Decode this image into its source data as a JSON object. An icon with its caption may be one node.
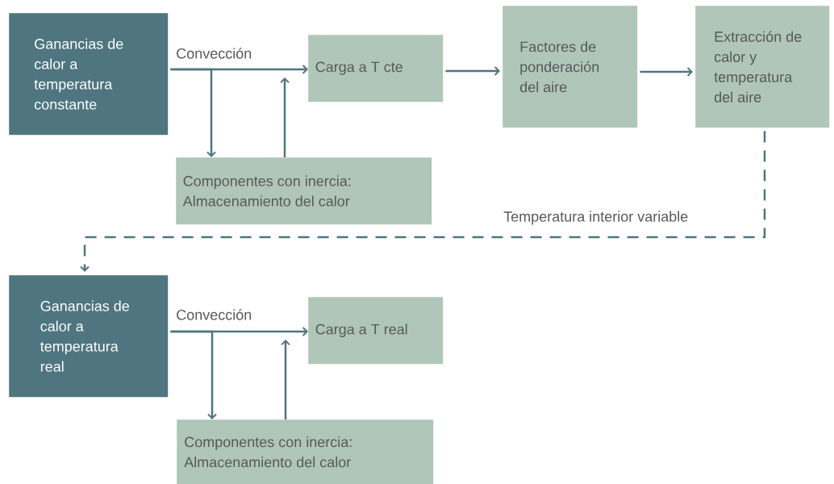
{
  "diagram": {
    "nodes": [
      {
        "text": [
          "Ganancias de calor a temperatura constante"
        ]
      },
      {
        "text": [
          "Carga a T cte"
        ]
      },
      {
        "text": [
          "Componentes con inercia: Almacenamiento del calor"
        ]
      },
      {
        "text": [
          "Factores de ponderación del aire"
        ]
      },
      {
        "text": [
          "Extracción de calor y temperatura del aire"
        ]
      },
      {
        "text": [
          "Ganancias de calor a temperatura real"
        ]
      },
      {
        "text": [
          "Carga a T real"
        ]
      },
      {
        "text": [
          "Componentes con inercia: Almacenamiento del calor"
        ]
      }
    ],
    "edges": [
      {
        "from": 0,
        "to": 1,
        "arrow": "to",
        "label": "Convección"
      },
      {
        "from": 0,
        "to": 2,
        "arrow": "to"
      },
      {
        "from": 2,
        "to": 1,
        "arrow": "to"
      },
      {
        "from": 1,
        "to": 3,
        "arrow": "to"
      },
      {
        "from": 3,
        "to": 4,
        "arrow": "to"
      },
      {
        "from": 4,
        "to": 5,
        "arrow": "to",
        "style": "dashed",
        "label": "Temperatura interior variable"
      },
      {
        "from": 5,
        "to": 6,
        "arrow": "to",
        "label": "Convección"
      },
      {
        "from": 5,
        "to": 7,
        "arrow": "to"
      },
      {
        "from": 7,
        "to": 6,
        "arrow": "to"
      }
    ]
  }
}
